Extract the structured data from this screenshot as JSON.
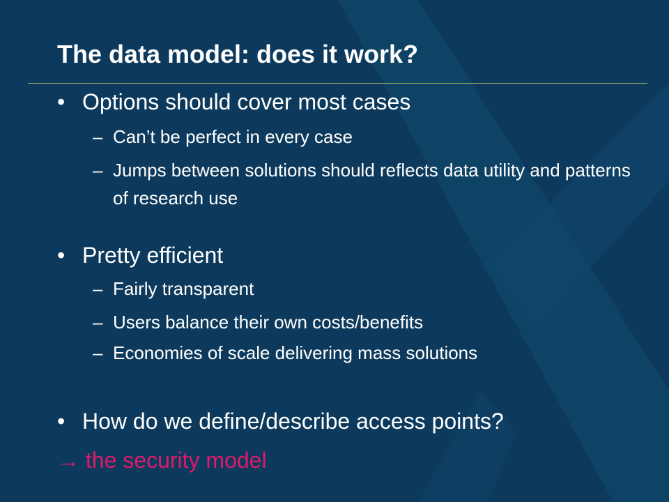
{
  "slide": {
    "title": "The data model: does it work?",
    "bullet_glyph": "•",
    "dash_glyph": "–",
    "sections": [
      {
        "text": "Options should cover most cases",
        "subs": [
          "Can’t be perfect in every case",
          "Jumps between solutions should reflects data utility and patterns of research use"
        ]
      },
      {
        "text": "Pretty efficient",
        "subs": [
          "Fairly transparent",
          "Users balance their own costs/benefits",
          "Economies of scale delivering mass solutions"
        ]
      },
      {
        "text": "How do we define/describe access points?",
        "subs": []
      }
    ],
    "conclusion": "→ the security model"
  },
  "colors": {
    "background": "#0d3a5c",
    "text": "#ffffff",
    "accent": "#e0196b",
    "rule": "#8fa86c"
  }
}
